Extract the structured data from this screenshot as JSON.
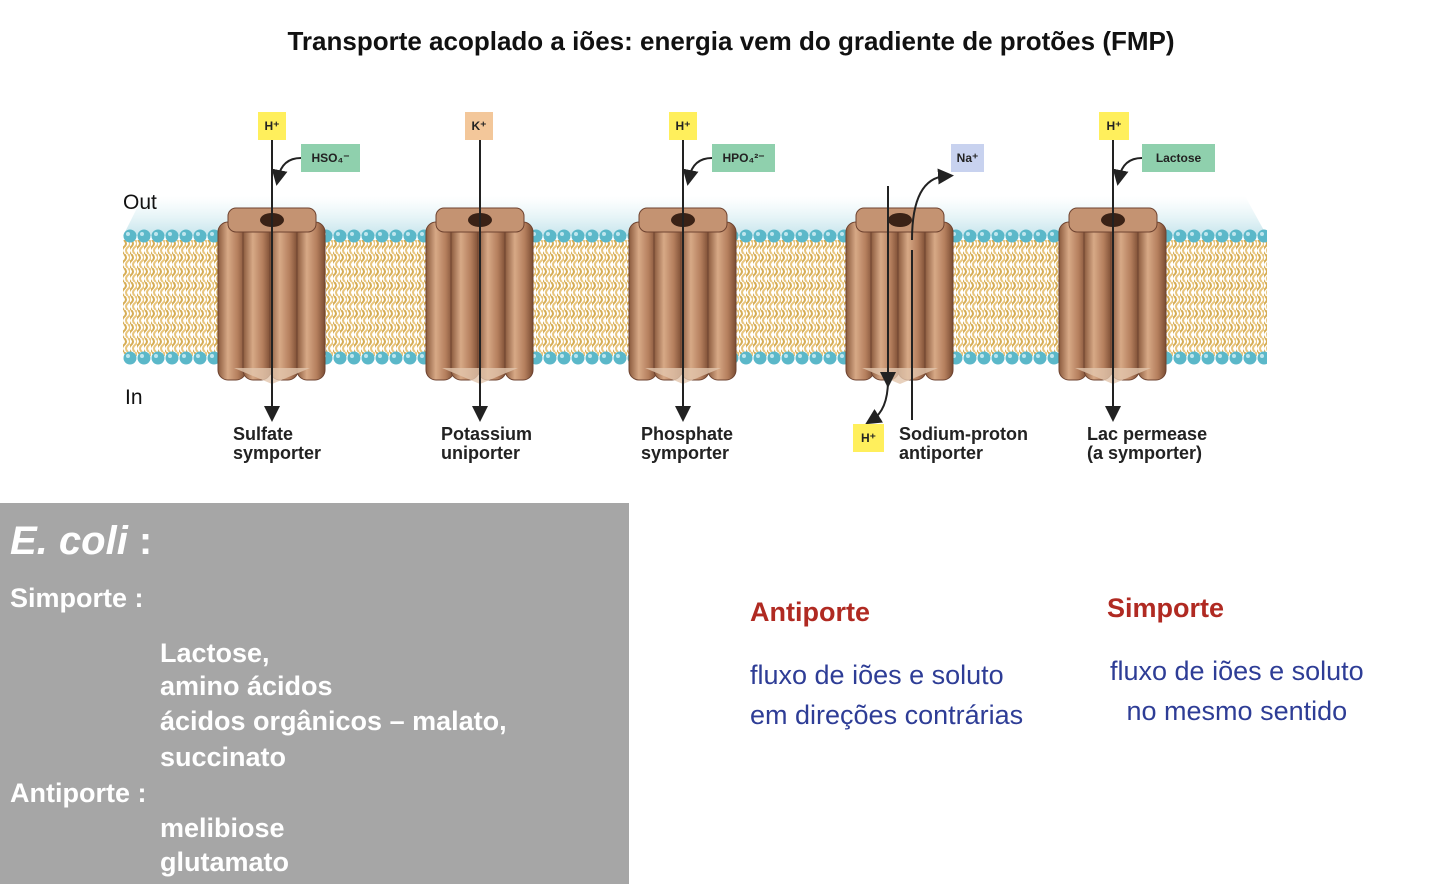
{
  "title": "Transporte acoplado a iões: energia vem do gradiente de protões (FMP)",
  "diagram": {
    "out_label": "Out",
    "in_label": "In",
    "transporters": [
      {
        "id": "sulfate",
        "label_line1": "Sulfate",
        "label_line2": "symporter",
        "ion": "H⁺",
        "cosubstrate": "HSO₄⁻"
      },
      {
        "id": "potassium",
        "label_line1": "Potassium",
        "label_line2": "uniporter",
        "ion": "K⁺"
      },
      {
        "id": "phosphate",
        "label_line1": "Phosphate",
        "label_line2": "symporter",
        "ion": "H⁺",
        "cosubstrate": "HPO₄²⁻"
      },
      {
        "id": "sodium-proton",
        "label_line1": "Sodium-proton",
        "label_line2": "antiporter",
        "ion": "H⁺",
        "cosubstrate": "Na⁺"
      },
      {
        "id": "lac",
        "label_line1": "Lac permease",
        "label_line2": "(a symporter)",
        "ion": "H⁺",
        "cosubstrate": "Lactose"
      }
    ],
    "colors": {
      "proton": "#ffef5c",
      "potassium": "#f3c79a",
      "solute": "#8fd0ad",
      "sodium": "#c8d2ef",
      "protein": "#b57f5e",
      "lipid_head": "#5bb8c9",
      "lipid_tail": "#e3c27a"
    }
  },
  "panel": {
    "organism": "E. coli",
    "organism_suffix": " :",
    "simporte_header": "Simporte :",
    "simporte_items": [
      "Lactose,",
      "amino ácidos",
      "ácidos orgânicos – malato,",
      "succinato"
    ],
    "antiporte_header": "Antiporte :",
    "antiporte_items": [
      "melibiose",
      "glutamato"
    ]
  },
  "legend": {
    "antiporte_title": "Antiporte",
    "antiporte_line1": "fluxo de iões e soluto",
    "antiporte_line2": "em direções contrárias",
    "simporte_title": "Simporte",
    "simporte_line1": "fluxo de iões e soluto",
    "simporte_line2": "no mesmo sentido"
  }
}
